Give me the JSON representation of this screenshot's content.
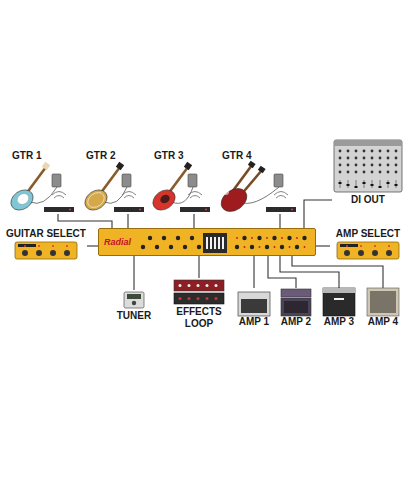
{
  "diagram": {
    "nodes": [
      {
        "text": [
          "GTR 1"
        ]
      },
      {
        "text": [
          "GTR 2"
        ]
      },
      {
        "text": [
          "GTR 3"
        ]
      },
      {
        "text": [
          "GTR 4"
        ]
      },
      {
        "text": [
          "DI OUT"
        ]
      },
      {
        "text": [
          "GUITAR SELECT"
        ]
      },
      {
        "text": [
          "Radial"
        ]
      },
      {
        "text": [
          "AMP SELECT"
        ]
      },
      {
        "text": [
          "TUNER"
        ]
      },
      {
        "text": [
          "EFFECTS LOOP"
        ]
      },
      {
        "text": [
          "AMP 1"
        ]
      },
      {
        "text": [
          "AMP 2"
        ]
      },
      {
        "text": [
          "AMP 3"
        ]
      },
      {
        "text": [
          "AMP 4"
        ]
      }
    ],
    "edges": [
      {
        "from": 0,
        "to": 6,
        "arrow": "none"
      },
      {
        "from": 1,
        "to": 6,
        "arrow": "none"
      },
      {
        "from": 2,
        "to": 6,
        "arrow": "none"
      },
      {
        "from": 3,
        "to": 6,
        "arrow": "none"
      },
      {
        "from": 6,
        "to": 4,
        "arrow": "none"
      },
      {
        "from": 5,
        "to": 6,
        "arrow": "none"
      },
      {
        "from": 6,
        "to": 7,
        "arrow": "none"
      },
      {
        "from": 6,
        "to": 8,
        "arrow": "none"
      },
      {
        "from": 6,
        "to": 9,
        "arrow": "none"
      },
      {
        "from": 6,
        "to": 10,
        "arrow": "none"
      },
      {
        "from": 6,
        "to": 11,
        "arrow": "none"
      },
      {
        "from": 6,
        "to": 12,
        "arrow": "none"
      },
      {
        "from": 6,
        "to": 13,
        "arrow": "none"
      }
    ]
  }
}
